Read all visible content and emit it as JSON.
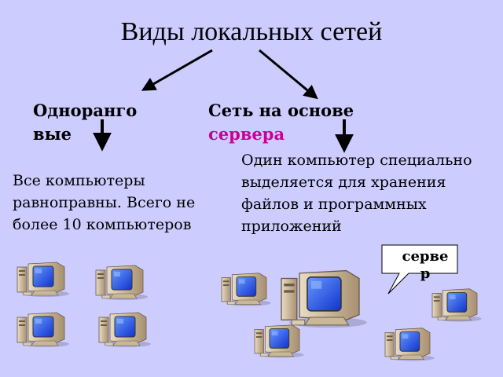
{
  "title": "Виды локальных сетей",
  "left_branch": {
    "label_line1": "Одноранго",
    "label_line2": "вые",
    "description": "Все компьютеры равноправны. Всего не более 10 компьютеров"
  },
  "right_branch": {
    "label_plain": "Сеть на основе",
    "label_accent": "сервера",
    "description": "Один компьютер специально выделяется для хранения файлов и программных приложений"
  },
  "callout": {
    "line1": "серве",
    "line2": "р"
  },
  "icons": {
    "computer": "desktop-computer-icon",
    "server": "server-computer-icon"
  },
  "colors": {
    "background": "#ccccff",
    "accent": "#cc0099",
    "screen": "#3366ff",
    "case": "#b8a890"
  }
}
